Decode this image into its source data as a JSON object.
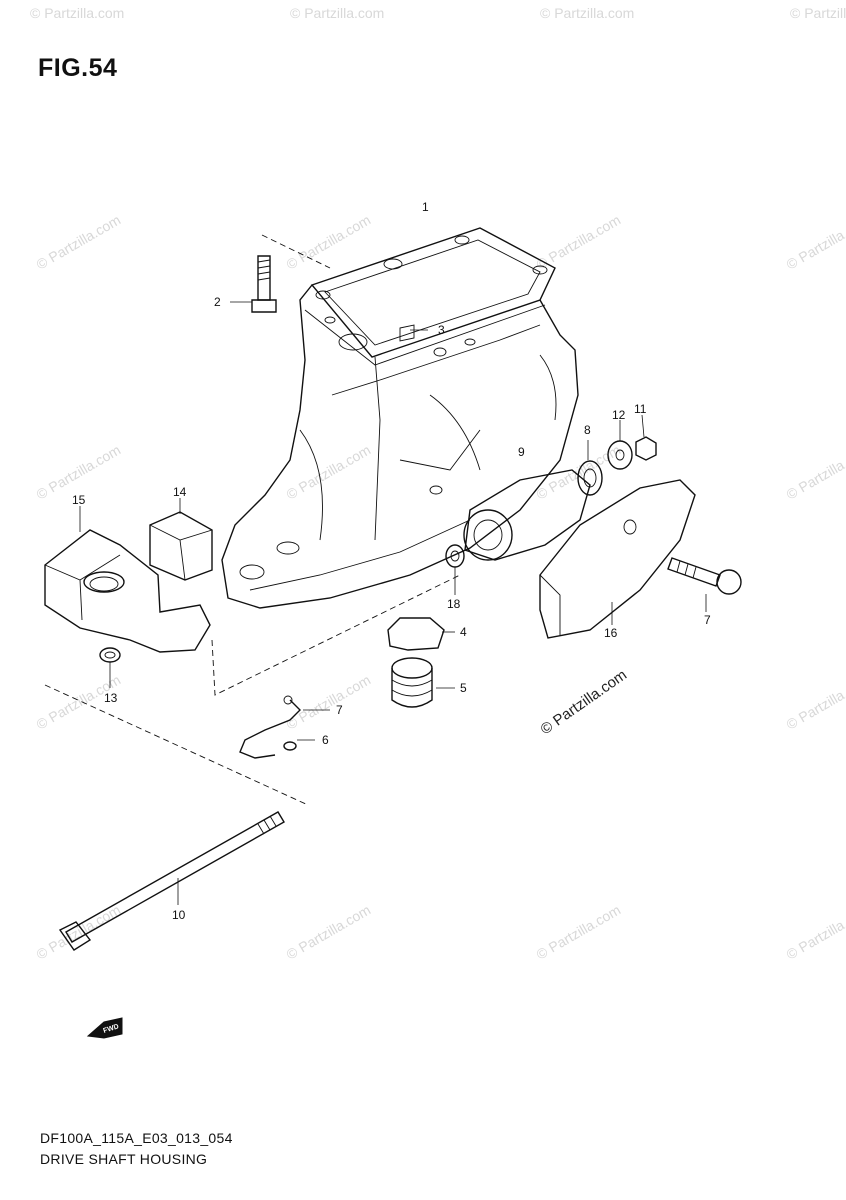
{
  "figure": {
    "title": "FIG.54",
    "model_code": "DF100A_115A_E03_013_054",
    "section_name": "DRIVE SHAFT HOUSING"
  },
  "watermark": {
    "text": "© Partzilla.com"
  },
  "fwd_label": "FWD",
  "callouts": [
    {
      "id": "1",
      "label": "1"
    },
    {
      "id": "2",
      "label": "2"
    },
    {
      "id": "3",
      "label": "3"
    },
    {
      "id": "4",
      "label": "4"
    },
    {
      "id": "5",
      "label": "5"
    },
    {
      "id": "6",
      "label": "6"
    },
    {
      "id": "7a",
      "label": "7"
    },
    {
      "id": "7b",
      "label": "7"
    },
    {
      "id": "8",
      "label": "8"
    },
    {
      "id": "9",
      "label": "9"
    },
    {
      "id": "10",
      "label": "10"
    },
    {
      "id": "11",
      "label": "11"
    },
    {
      "id": "12",
      "label": "12"
    },
    {
      "id": "13",
      "label": "13"
    },
    {
      "id": "14",
      "label": "14"
    },
    {
      "id": "15",
      "label": "15"
    },
    {
      "id": "16",
      "label": "16"
    },
    {
      "id": "18",
      "label": "18"
    }
  ]
}
